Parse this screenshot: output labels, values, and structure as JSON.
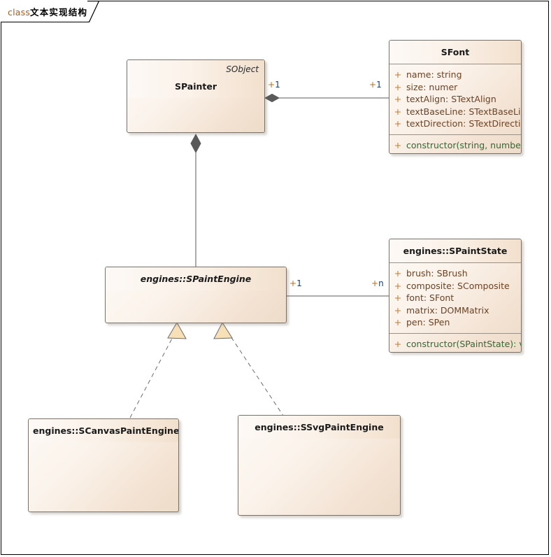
{
  "diagram": {
    "frame_label_keyword": "class",
    "frame_label_name": "文本实现结构",
    "type": "uml-class-diagram"
  },
  "classes": {
    "spainter": {
      "name": "SPainter",
      "stereotype": "SObject",
      "attributes": [],
      "methods": []
    },
    "sfont": {
      "name": "SFont",
      "attributes": [
        {
          "visibility": "+",
          "text": "name: string"
        },
        {
          "visibility": "+",
          "text": "size: numer"
        },
        {
          "visibility": "+",
          "text": "textAlign: STextAlign"
        },
        {
          "visibility": "+",
          "text": "textBaseLine: STextBaseLine"
        },
        {
          "visibility": "+",
          "text": "textDirection: STextDirection"
        }
      ],
      "methods": [
        {
          "visibility": "+",
          "text": "constructor(string, number): void"
        }
      ]
    },
    "spaintengine": {
      "name": "engines::SPaintEngine",
      "abstract": true,
      "attributes": [],
      "methods": []
    },
    "spaintstate": {
      "name": "engines::SPaintState",
      "attributes": [
        {
          "visibility": "+",
          "text": "brush: SBrush"
        },
        {
          "visibility": "+",
          "text": "composite: SComposite"
        },
        {
          "visibility": "+",
          "text": "font: SFont"
        },
        {
          "visibility": "+",
          "text": "matrix: DOMMatrix"
        },
        {
          "visibility": "+",
          "text": "pen: SPen"
        }
      ],
      "methods": [
        {
          "visibility": "+",
          "text": "constructor(SPaintState): void"
        }
      ]
    },
    "scanvaspaintengine": {
      "name": "engines::SCanvasPaintEngine",
      "attributes": [],
      "methods": []
    },
    "ssvgpaintengine": {
      "name": "engines::SSvgPaintEngine",
      "attributes": [],
      "methods": []
    }
  },
  "relations": {
    "painter_font": {
      "kind": "composition",
      "source_multiplicity_plus": "+",
      "source_multiplicity_value": "1",
      "target_multiplicity_plus": "+",
      "target_multiplicity_value": "1"
    },
    "painter_engine": {
      "kind": "composition"
    },
    "engine_state": {
      "kind": "association",
      "source_multiplicity_plus": "+",
      "source_multiplicity_value": "1",
      "target_multiplicity_plus": "+",
      "target_multiplicity_value": "n"
    },
    "canvas_realizes": {
      "kind": "realization"
    },
    "svg_realizes": {
      "kind": "realization"
    }
  },
  "colors": {
    "box_fill_light": "#fdf9f5",
    "box_fill_dark": "#eddcc9",
    "box_border": "#7a7268",
    "attribute_text": "#6b4226",
    "method_text": "#2f6b32",
    "visibility_marker": "#c07a30",
    "multiplicity_plus": "#b96d1f",
    "multiplicity_number": "#1d3f6e",
    "keyword": "#b05a14",
    "connector": "#5a5a5a",
    "realization_arrow_fill": "#f7dfb8"
  }
}
